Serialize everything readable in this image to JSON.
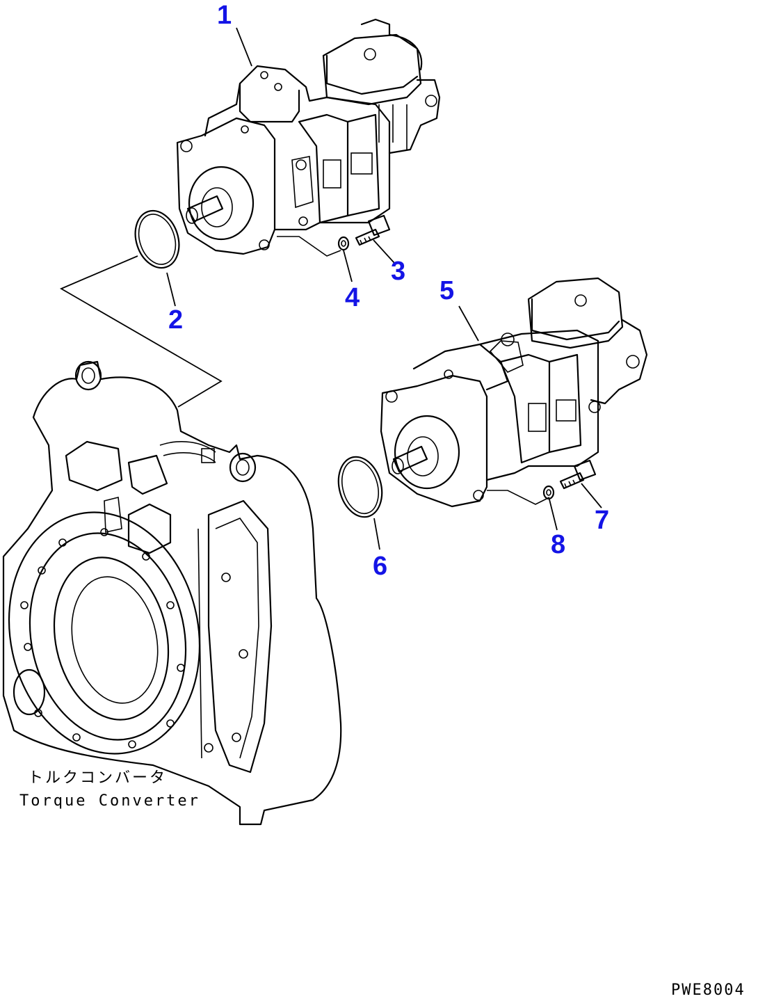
{
  "callouts": {
    "c1": "1",
    "c2": "2",
    "c3": "3",
    "c4": "4",
    "c5": "5",
    "c6": "6",
    "c7": "7",
    "c8": "8"
  },
  "labels": {
    "torque_converter_jp": "トルクコンバータ",
    "torque_converter_en": "Torque Converter",
    "drawing_code": "PWE8004"
  }
}
